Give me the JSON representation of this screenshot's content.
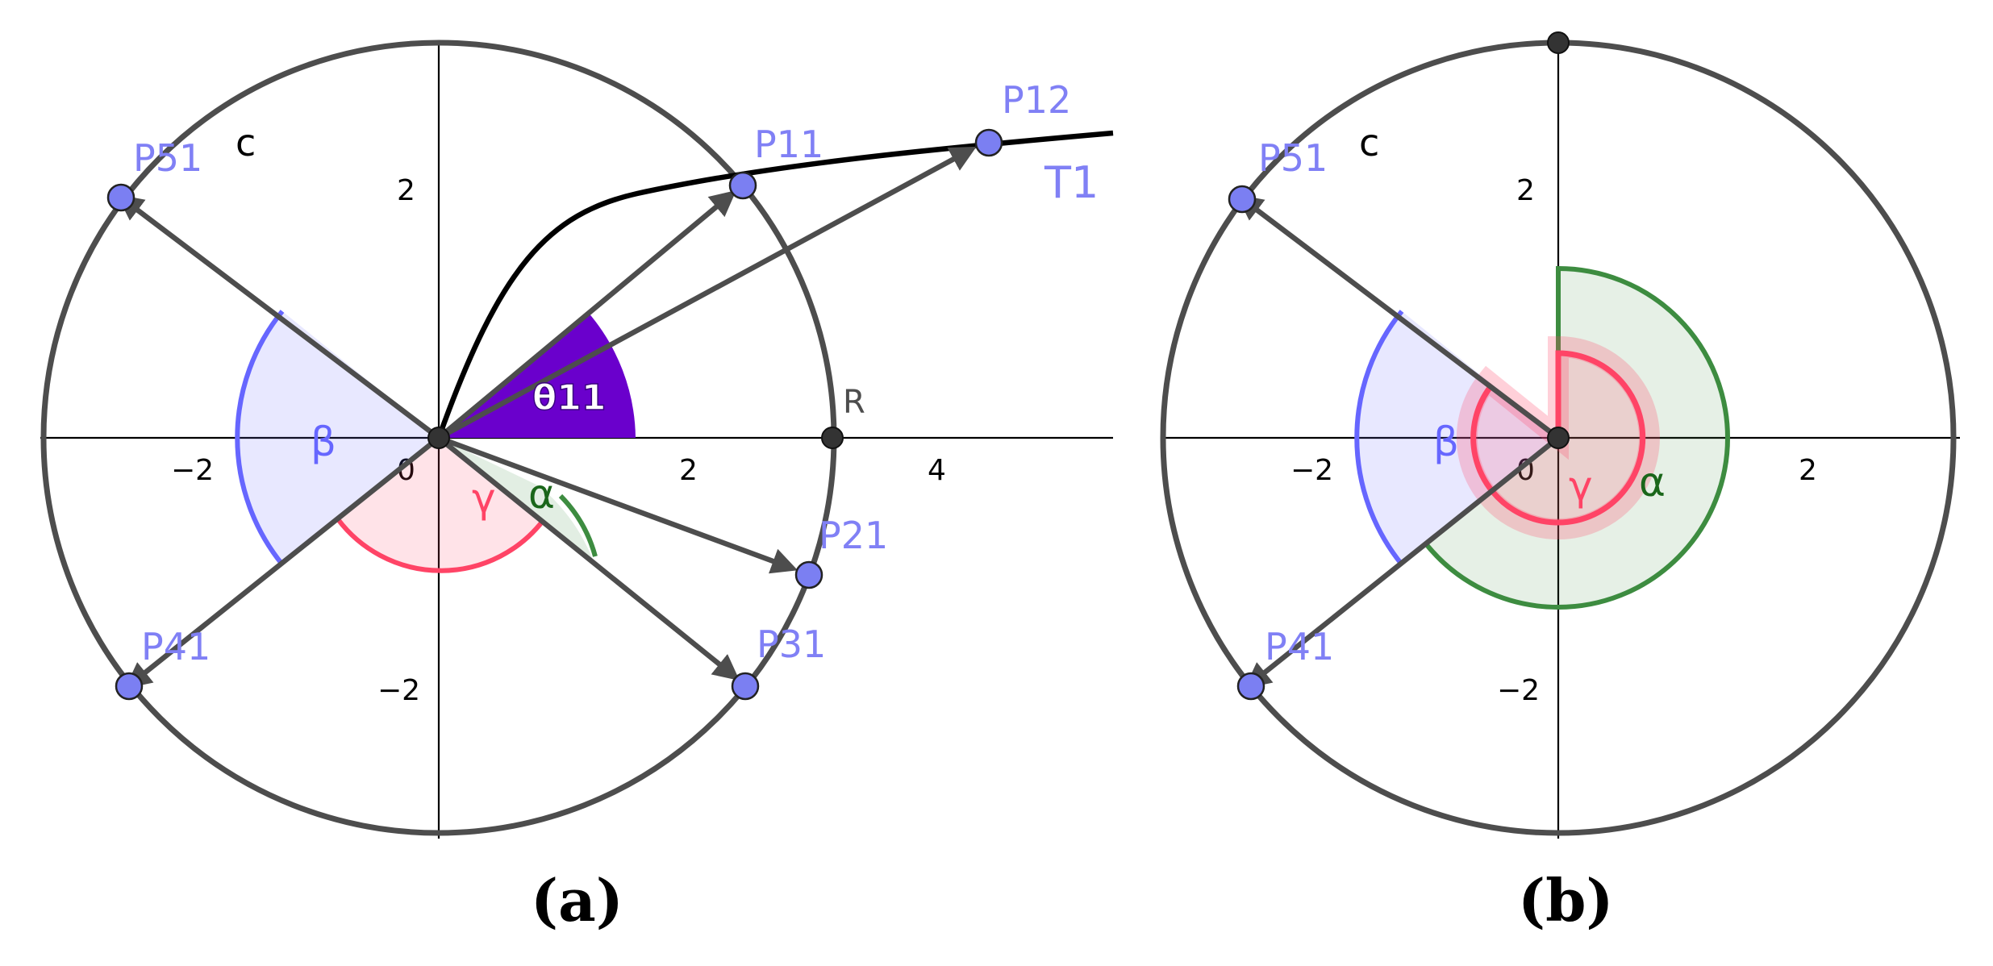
{
  "panels": [
    {
      "caption": "(a)",
      "x_ticks": [
        "−2",
        "0",
        "2",
        "4"
      ],
      "y_ticks": [
        "2",
        "−2"
      ],
      "circle_label": "c",
      "points": {
        "P51": "P51",
        "P11": "P11",
        "P12": "P12",
        "P21": "P21",
        "P31": "P31",
        "P41": "P41",
        "R": "R"
      },
      "curve_label": "T1",
      "angles": {
        "theta": "θ11",
        "beta": "β",
        "gamma": "γ",
        "alpha": "α"
      }
    },
    {
      "caption": "(b)",
      "x_ticks": [
        "−2",
        "0",
        "2"
      ],
      "y_ticks": [
        "2",
        "−2"
      ],
      "circle_label": "c",
      "points": {
        "P51": "P51",
        "P41": "P41"
      },
      "angles": {
        "beta": "β",
        "gamma": "γ",
        "alpha": "α"
      }
    }
  ],
  "colors": {
    "circle": "#4d4d4d",
    "vector": "#4d4d4d",
    "point_fill": "#7b7ff2",
    "label_blue": "#8080f5",
    "beta": "#6666ff",
    "gamma": "#ff4466",
    "alpha": "#3d8c40",
    "theta": "#6a00cc"
  }
}
